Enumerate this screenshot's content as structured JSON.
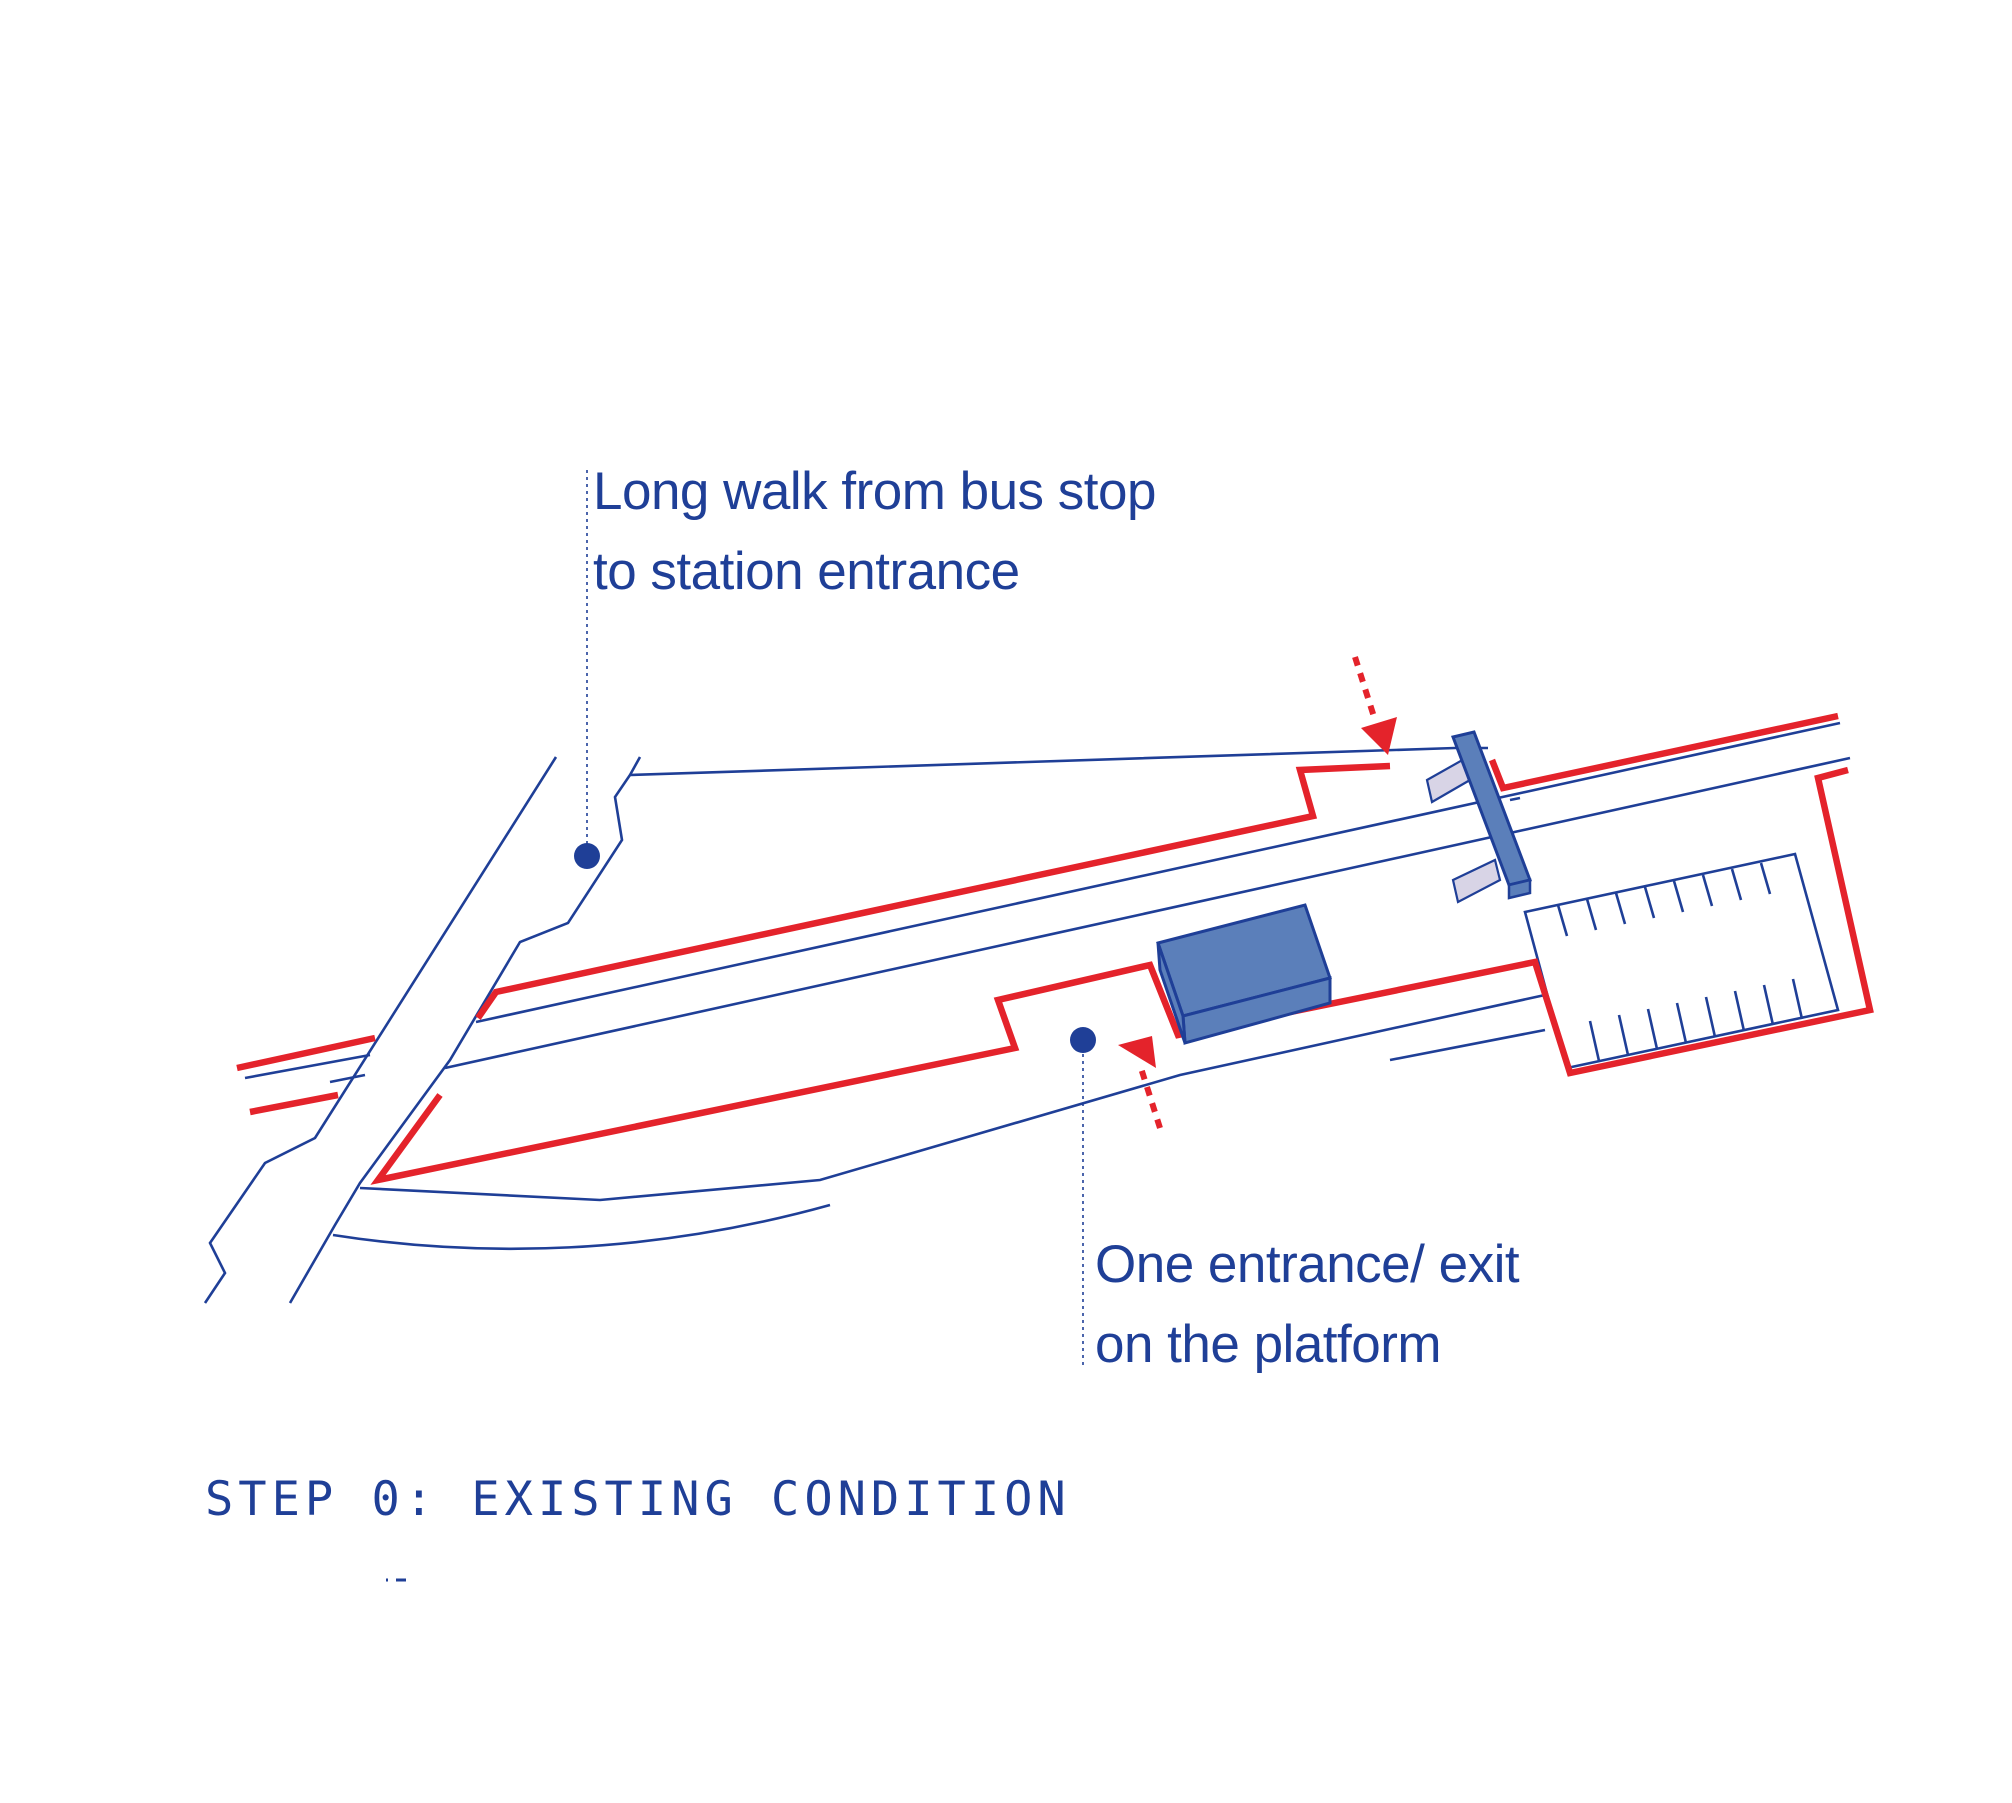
{
  "colors": {
    "blue": "#1f3f97",
    "red": "#e4232b",
    "building_fill": "#5b7fba",
    "ramp_fill": "#d8d4e6",
    "background": "#ffffff"
  },
  "annotations": {
    "bus_stop": {
      "line1": "Long walk from bus stop",
      "line2": "to station entrance"
    },
    "platform": {
      "line1": "One entrance/ exit",
      "line2": "on the platform"
    }
  },
  "title": "STEP 0: EXISTING CONDITION",
  "icons": [
    "bus-stop-marker-dot",
    "platform-marker-dot",
    "entrance-arrow",
    "station-building",
    "footbridge",
    "parking-lot"
  ]
}
